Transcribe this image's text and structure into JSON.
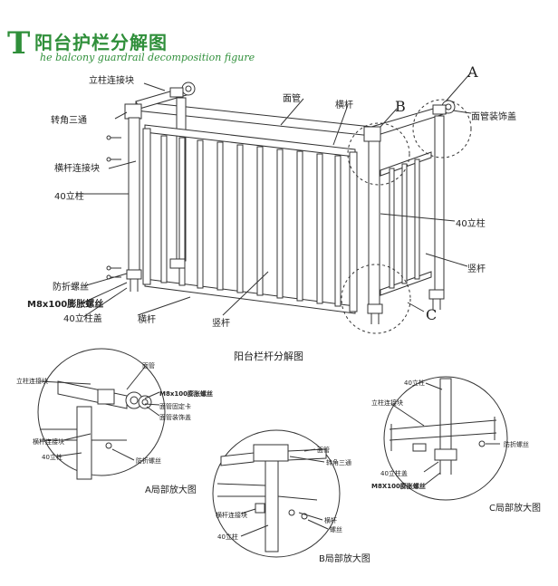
{
  "header": {
    "initial": "T",
    "title_cn": "阳台护栏分解图",
    "title_en": "he balcony guardrail decomposition figure"
  },
  "main_labels": {
    "column_connector": "立柱连接块",
    "corner_tee": "转角三通",
    "crossbar_connector": "横杆连接块",
    "post_40_left": "40立柱",
    "anti_fold_screw": "防折螺丝",
    "expansion_screw": "M8x100膨胀螺丝",
    "post_cap": "40立柱盖",
    "crossbar_bottom": "横杆",
    "upright_bottom": "竖杆",
    "top_tube": "面管",
    "crossbar_top": "横杆",
    "top_tube_cover": "面管装饰盖",
    "post_40_right": "40立柱",
    "upright_right": "竖杆",
    "letter_a": "A",
    "letter_b": "B",
    "letter_c": "C"
  },
  "caption_main": "阳台栏杆分解图",
  "detail_a": {
    "column_connector": "立柱连接块",
    "top_tube": "面管",
    "expansion_screw": "M8x100膨胀螺丝",
    "tube_clip": "面管固定卡",
    "cover": "面管装饰盖",
    "crossbar_connector": "横杆连接块",
    "post_40": "40立柱",
    "anti_fold_screw": "防折螺丝",
    "caption": "A局部放大图"
  },
  "detail_b": {
    "top_tube": "面管",
    "corner_tee": "转角三通",
    "crossbar_connector": "横杆连接块",
    "crossbar": "横杆",
    "screw": "螺丝",
    "post_40": "40立柱",
    "caption": "B局部放大图"
  },
  "detail_c": {
    "post_40": "40立柱",
    "column_connector": "立柱连接块",
    "anti_fold_screw": "防折螺丝",
    "post_cap": "40立柱盖",
    "expansion_screw": "M8X100膨胀螺丝",
    "caption": "C局部放大图"
  },
  "colors": {
    "title_green": "#2f8f3a",
    "line": "#333333",
    "frame_fill": "#ffffff"
  }
}
